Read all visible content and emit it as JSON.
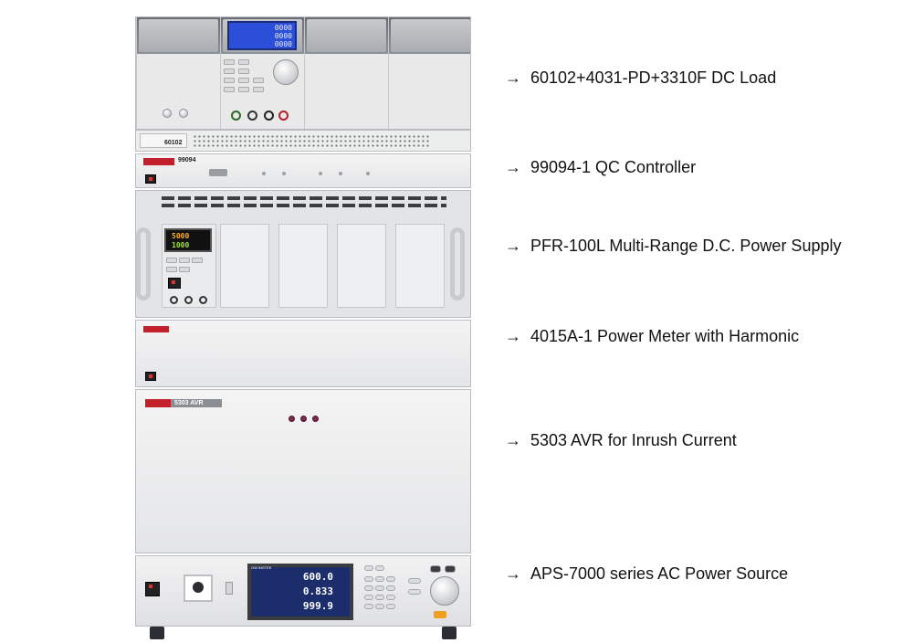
{
  "arrow": "→",
  "instruments": [
    {
      "label": "60102+4031-PD+3310F DC Load"
    },
    {
      "label": "99094-1 QC Controller"
    },
    {
      "label": "PFR-100L Multi-Range D.C. Power Supply"
    },
    {
      "label": "4015A-1 Power Meter with Harmonic"
    },
    {
      "label": "5303 AVR for Inrush Current"
    },
    {
      "label": "APS-7000 series AC Power Source"
    }
  ],
  "rack": {
    "u1_model": "60102",
    "u1_display": [
      "0000",
      "0000",
      "0000"
    ],
    "u2_model": "99094",
    "u3_display": [
      "5000",
      "1000"
    ],
    "u5_model": "5303 AVR",
    "u6_readings": [
      "600.0",
      "0.833",
      "999.9"
    ],
    "u6_brand": "GW INSTEK"
  }
}
